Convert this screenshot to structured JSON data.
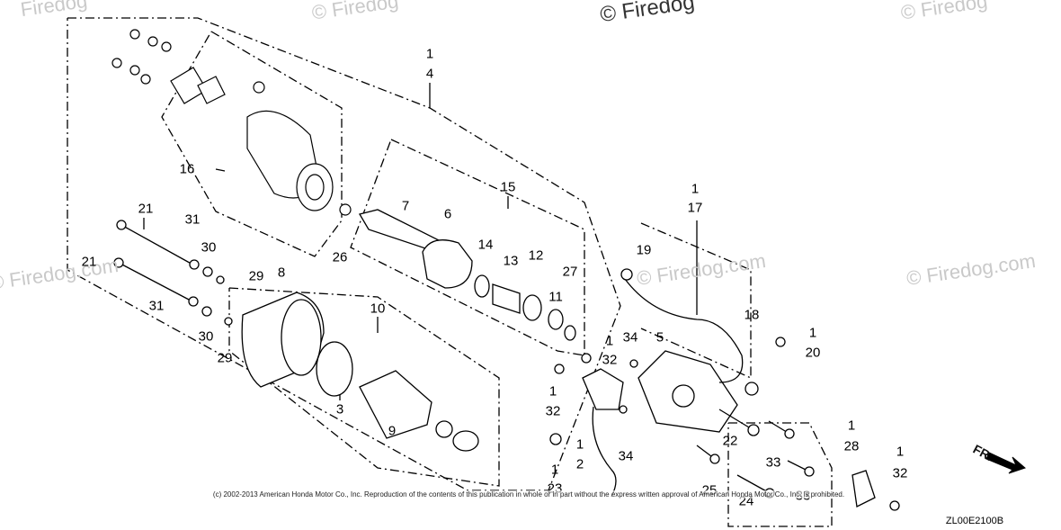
{
  "watermarks": [
    "Firedog",
    "© Firedog",
    "© Firedog",
    "© Firedog",
    "© Firedog.com",
    "© Firedog.com",
    "© Firedog.com"
  ],
  "copyright_notice": "(c) 2002-2013 American Honda Motor Co., Inc. Reproduction of the contents of this publication in whole or in part without the express written approval of American Honda Motor Co., Inc. is prohibited.",
  "diagram_code": "ZL00E2100B",
  "fr_label": "FR.",
  "callouts": {
    "c1a": "1",
    "c4": "4",
    "c16": "16",
    "c21a": "21",
    "c31a": "31",
    "c30a": "30",
    "c21b": "21",
    "c29a": "29",
    "c8": "8",
    "c26": "26",
    "c7": "7",
    "c6": "6",
    "c15": "15",
    "c14": "14",
    "c13": "13",
    "c12": "12",
    "c27": "27",
    "c11": "11",
    "c31b": "31",
    "c30b": "30",
    "c29b": "29",
    "c10": "10",
    "c3": "3",
    "c9": "9",
    "c1b": "1",
    "c17": "17",
    "c19": "19",
    "c18": "18",
    "c1c": "1",
    "c20": "20",
    "c34a": "34",
    "c5": "5",
    "c1d": "1",
    "c32a": "32",
    "c1e": "1",
    "c32b": "32",
    "c1f": "1",
    "c2": "2",
    "c34b": "34",
    "c1g": "1",
    "c23": "23",
    "c22": "22",
    "c25": "25",
    "c33a": "33",
    "c24": "24",
    "c33b": "33",
    "c1h": "1",
    "c28": "28",
    "c1i": "1",
    "c32c": "32"
  }
}
